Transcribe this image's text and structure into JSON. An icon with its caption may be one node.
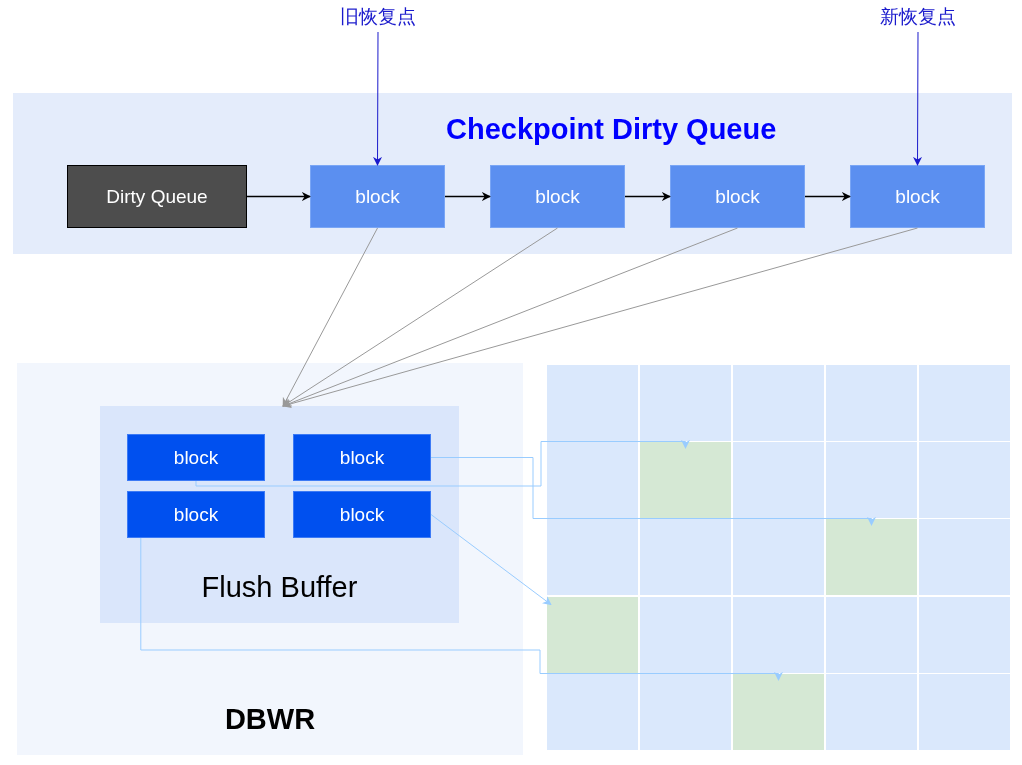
{
  "diagram": {
    "nodes": [
      {
        "text": [
          "Checkpoint Dirty Queue"
        ]
      },
      {
        "text": [
          "Dirty Queue"
        ],
        "in": 0
      },
      {
        "text": [
          "block"
        ],
        "in": 0
      },
      {
        "text": [
          "block"
        ],
        "in": 0
      },
      {
        "text": [
          "block"
        ],
        "in": 0
      },
      {
        "text": [
          "block"
        ],
        "in": 0
      },
      {
        "text": [
          "旧恢复点"
        ]
      },
      {
        "text": [
          "新恢复点"
        ]
      },
      {
        "text": [
          "DBWR"
        ]
      },
      {
        "text": [
          "Flush Buffer"
        ],
        "in": 8
      },
      {
        "text": [
          "block"
        ],
        "in": 9
      },
      {
        "text": [
          "block"
        ],
        "in": 9
      },
      {
        "text": [
          "block"
        ],
        "in": 9
      },
      {
        "text": [
          "block"
        ],
        "in": 9
      },
      {
        "text": [],
        "shape": "box"
      },
      {
        "text": [],
        "shape": "box"
      },
      {
        "text": [],
        "shape": "box"
      },
      {
        "text": [],
        "shape": "box"
      },
      {
        "text": [],
        "shape": "box"
      },
      {
        "text": [],
        "shape": "box"
      },
      {
        "text": [],
        "shape": "box"
      },
      {
        "text": [],
        "shape": "box"
      },
      {
        "text": [],
        "shape": "box"
      },
      {
        "text": [],
        "shape": "box"
      },
      {
        "text": [],
        "shape": "box"
      },
      {
        "text": [],
        "shape": "box"
      },
      {
        "text": [],
        "shape": "box"
      },
      {
        "text": [],
        "shape": "box"
      },
      {
        "text": [],
        "shape": "box"
      },
      {
        "text": [],
        "shape": "box"
      },
      {
        "text": [],
        "shape": "box"
      },
      {
        "text": [],
        "shape": "box"
      },
      {
        "text": [],
        "shape": "box"
      },
      {
        "text": [],
        "shape": "box"
      },
      {
        "text": [],
        "shape": "box"
      },
      {
        "text": [],
        "shape": "box"
      },
      {
        "text": [],
        "shape": "box"
      },
      {
        "text": [],
        "shape": "box"
      },
      {
        "text": [],
        "shape": "box"
      }
    ],
    "edges": [
      {
        "from": 1,
        "to": 2,
        "arrow": "to"
      },
      {
        "from": 2,
        "to": 3,
        "arrow": "to"
      },
      {
        "from": 3,
        "to": 4,
        "arrow": "to"
      },
      {
        "from": 4,
        "to": 5,
        "arrow": "to"
      },
      {
        "from": 6,
        "to": 2,
        "arrow": "to",
        "color": "#1a1acc"
      },
      {
        "from": 7,
        "to": 5,
        "arrow": "to",
        "color": "#1a1acc"
      },
      {
        "from": 2,
        "to": 9,
        "arrow": "to",
        "color": "#999999"
      },
      {
        "from": 3,
        "to": 9,
        "arrow": "to",
        "color": "#999999"
      },
      {
        "from": 4,
        "to": 9,
        "arrow": "to",
        "color": "#999999"
      },
      {
        "from": 5,
        "to": 9,
        "arrow": "to",
        "color": "#999999"
      },
      {
        "from": 10,
        "to": 20,
        "arrow": "to",
        "color": "#99ccff"
      },
      {
        "from": 11,
        "to": 27,
        "arrow": "to",
        "color": "#99ccff"
      },
      {
        "from": 13,
        "to": 29,
        "arrow": "to",
        "color": "#99ccff"
      },
      {
        "from": 12,
        "to": 36,
        "arrow": "to",
        "color": "#99ccff"
      }
    ]
  }
}
